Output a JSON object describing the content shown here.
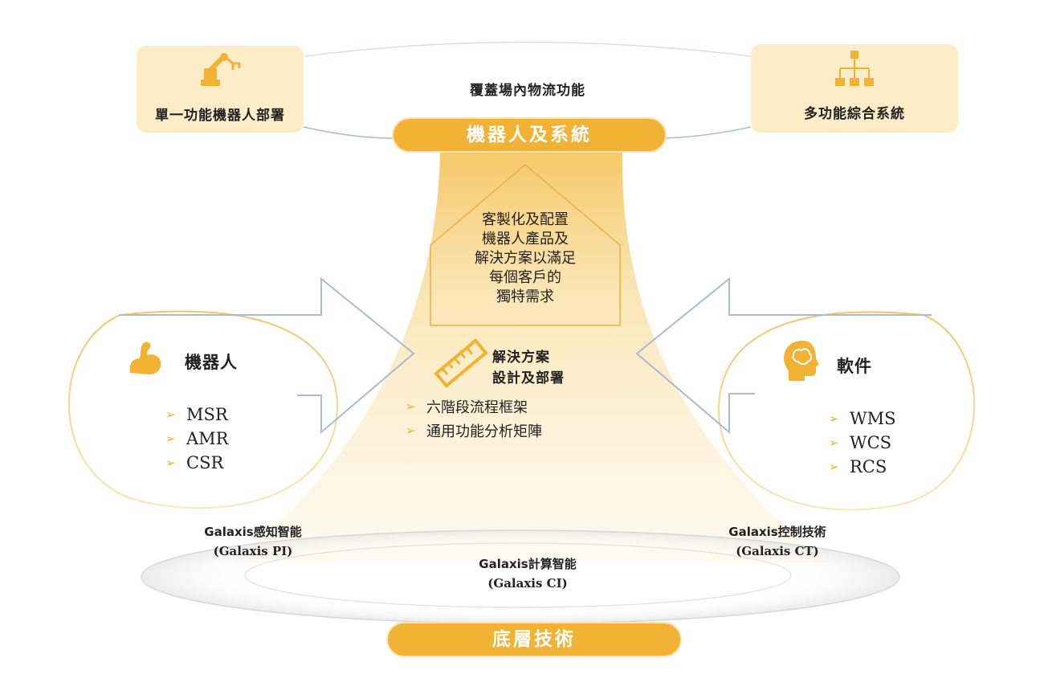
{
  "top": {
    "coverage_label": "覆蓋場內物流功能",
    "center_pill": "機器人及系統",
    "left_box": {
      "label": "單一功能機器人部署",
      "icon": "robot-arm-icon"
    },
    "right_box": {
      "label": "多功能綜合系統",
      "icon": "hierarchy-icon"
    }
  },
  "house": {
    "lines": [
      "客製化及配置",
      "機器人產品及",
      "解決方案以滿足",
      "每個客戶的",
      "獨特需求"
    ]
  },
  "center": {
    "icon": "ruler-icon",
    "title_line1": "解決方案",
    "title_line2": "設計及部署",
    "bullets": [
      "六階段流程框架",
      "通用功能分析矩陣"
    ]
  },
  "left_circle": {
    "icon": "muscle-arm-icon",
    "title": "機器人",
    "items": [
      "MSR",
      "AMR",
      "CSR"
    ]
  },
  "right_circle": {
    "icon": "brain-head-icon",
    "title": "軟件",
    "items": [
      "WMS",
      "WCS",
      "RCS"
    ]
  },
  "bottom": {
    "pi_line1": "Galaxis感知智能",
    "pi_line2": "(Galaxis PI)",
    "ci_line1": "Galaxis計算智能",
    "ci_line2": "(Galaxis CI)",
    "ct_line1": "Galaxis控制技術",
    "ct_line2": "(Galaxis CT)",
    "pill": "底層技術"
  },
  "colors": {
    "accent": "#f2b234",
    "light_box": "#fcecc8",
    "house_line": "#f0b040",
    "arrow_line": "#a9bcd4"
  }
}
